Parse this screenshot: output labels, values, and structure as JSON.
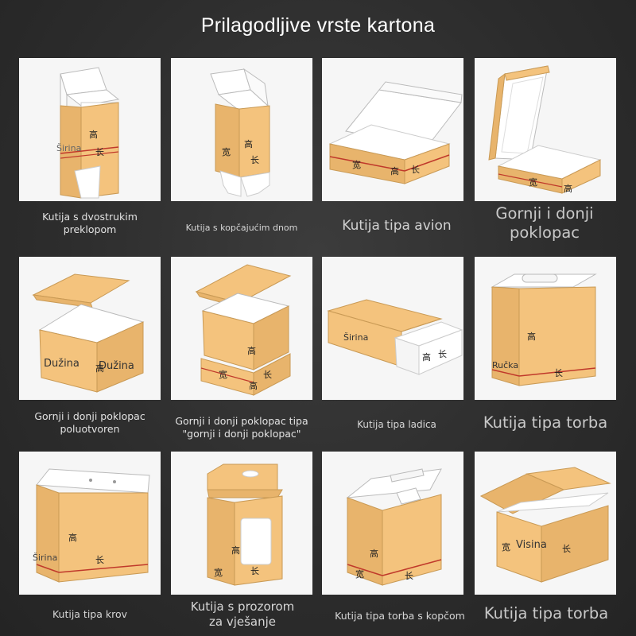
{
  "title": "Prilagodljive vrste kartona",
  "colors": {
    "cardboard": "#f4c37d",
    "edge": "#d9a65e",
    "inside": "#ffffff",
    "tape": "#c0392b",
    "background": "#2f2f2f"
  },
  "boxes": [
    {
      "caption": "Kutija s dvostrukim preklopom",
      "labels": [
        "Širina"
      ],
      "hanzi": [
        "高",
        "长"
      ]
    },
    {
      "caption": "Kutija s kopčajućim dnom",
      "labels": [],
      "hanzi": [
        "高",
        "宽",
        "长"
      ]
    },
    {
      "caption": "Kutija tipa avion",
      "labels": [],
      "hanzi": [
        "宽",
        "高",
        "长"
      ]
    },
    {
      "caption": "Gornji i donji poklopac",
      "labels": [],
      "hanzi": [
        "宽",
        "高"
      ]
    },
    {
      "caption": "Gornji i donji poklopac poluotvoren",
      "labels": [
        "Dužina",
        "Dužina"
      ],
      "hanzi": [
        "高"
      ]
    },
    {
      "caption": "Gornji i donji poklopac tipa \"gornji i donji poklopac\"",
      "labels": [],
      "hanzi": [
        "高",
        "宽",
        "长",
        "高"
      ]
    },
    {
      "caption": "Kutija tipa ladica",
      "labels": [
        "Širina"
      ],
      "hanzi": [
        "高",
        "长"
      ]
    },
    {
      "caption": "Kutija tipa torba",
      "labels": [
        "Ručka"
      ],
      "hanzi": [
        "高",
        "长"
      ]
    },
    {
      "caption": "Kutija tipa krov",
      "labels": [
        "Širina"
      ],
      "hanzi": [
        "高",
        "长"
      ]
    },
    {
      "caption": "Kutija s prozorom za vješanje",
      "labels": [],
      "hanzi": [
        "高",
        "宽",
        "长"
      ]
    },
    {
      "caption": "Kutija tipa torba s kopčom",
      "labels": [],
      "hanzi": [
        "高",
        "宽",
        "长"
      ]
    },
    {
      "caption": "Kutija tipa torba",
      "labels": [
        "Visina"
      ],
      "hanzi": [
        "宽",
        "长"
      ]
    }
  ]
}
